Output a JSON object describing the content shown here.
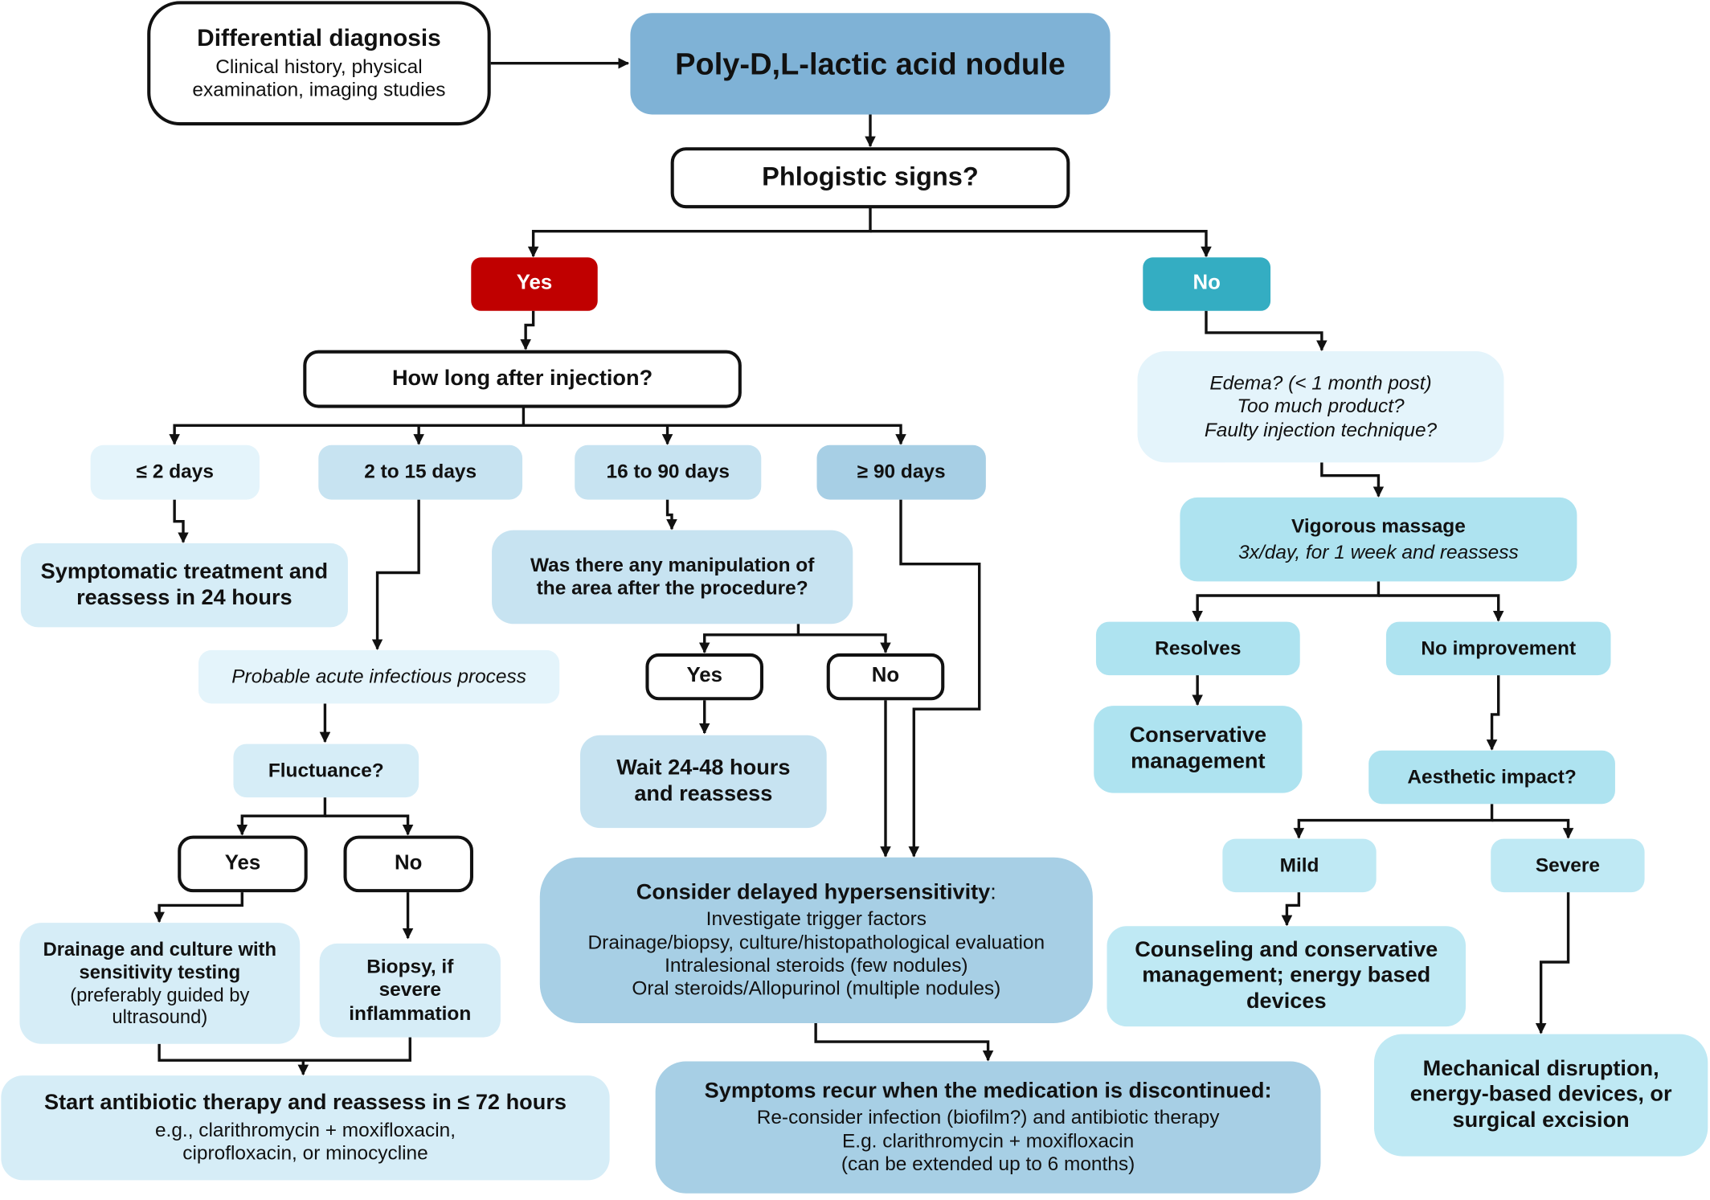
{
  "differential": {
    "title": "Differential diagnosis",
    "text": "Clinical history, physical examination, imaging studies"
  },
  "main_title": "Poly-D,L-lactic acid nodule",
  "phlogistic": "Phlogistic signs?",
  "yes": "Yes",
  "no": "No",
  "how_long": "How long after injection?",
  "durations": [
    "≤ 2 days",
    "2 to 15 days",
    "16 to 90 days",
    "≥ 90 days"
  ],
  "symptomatic": "Symptomatic treatment and reassess in 24 hours",
  "probable_infection": "Probable acute infectious process",
  "fluctuance": "Fluctuance?",
  "fluct_yes": "Yes",
  "fluct_no": "No",
  "drainage": {
    "bold": "Drainage and culture with sensitivity testing",
    "rest": "(preferably guided by ultrasound)"
  },
  "biopsy": "Biopsy, if severe inflammation",
  "antibiotic": {
    "title": "Start antibiotic therapy and reassess in ≤ 72 hours",
    "line1": "e.g., clarithromycin + moxifloxacin,",
    "line2": "ciprofloxacin, or minocycline"
  },
  "manipulation": "Was there any manipulation of the area after the procedure?",
  "manip_yes": "Yes",
  "manip_no": "No",
  "wait": "Wait 24-48 hours and reassess",
  "hypersensitivity": {
    "title": "Consider delayed hypersensitivity",
    "colon": ":",
    "lines": [
      "Investigate trigger factors",
      "Drainage/biopsy, culture/histopathological evaluation",
      "Intralesional steroids (few nodules)",
      "Oral steroids/Allopurinol (multiple nodules)"
    ]
  },
  "recur": {
    "title": "Symptoms recur when the medication is discontinued:",
    "lines": [
      "Re-consider infection (biofilm?) and antibiotic therapy",
      "E.g. clarithromycin + moxifloxacin",
      "(can be extended up to 6 months)"
    ]
  },
  "edema": [
    "Edema? (< 1 month post)",
    "Too much product?",
    "Faulty injection technique?"
  ],
  "massage": {
    "title": "Vigorous massage",
    "text": "3x/day, for 1 week and reassess"
  },
  "resolves": "Resolves",
  "no_improvement": "No improvement",
  "conservative": "Conservative management",
  "aesthetic": "Aesthetic impact?",
  "mild": "Mild",
  "severe": "Severe",
  "counseling": "Counseling and conservative management; energy based devices",
  "mechanical": "Mechanical disruption, energy-based devices, or surgical excision",
  "colors": {
    "yes_red": "#c00000",
    "no_teal": "#34adc2",
    "main_blue": "#7fb2d6"
  }
}
